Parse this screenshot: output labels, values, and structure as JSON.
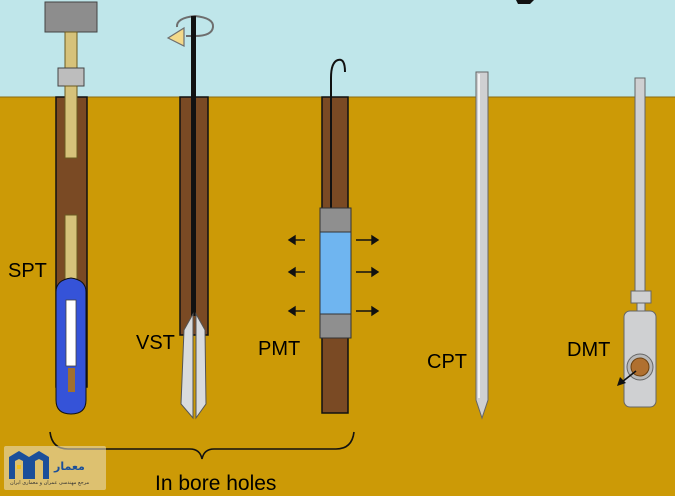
{
  "labels": {
    "spt": "SPT",
    "vst": "VST",
    "pmt": "PMT",
    "cpt": "CPT",
    "dmt": "DMT",
    "bore_holes": "In bore holes"
  },
  "colors": {
    "sky": "#bfe6ea",
    "ground": "#cc9a06",
    "borehole": "#7a4a24",
    "rod": "#d6c27a",
    "steel": "#cfd0d2",
    "spt_spoon": "#3553d8",
    "pmt_probe": "#6fb5f0",
    "rotation_arrow": "#f3d98a"
  },
  "icons": {
    "rotation": "rotation-arrow-icon",
    "pressure": "pressure-arrow-icon",
    "logo": "logo-icon"
  },
  "watermark": {
    "text": "معمار",
    "sub": "مرجع مهندسی عمران و معماری ایران"
  }
}
